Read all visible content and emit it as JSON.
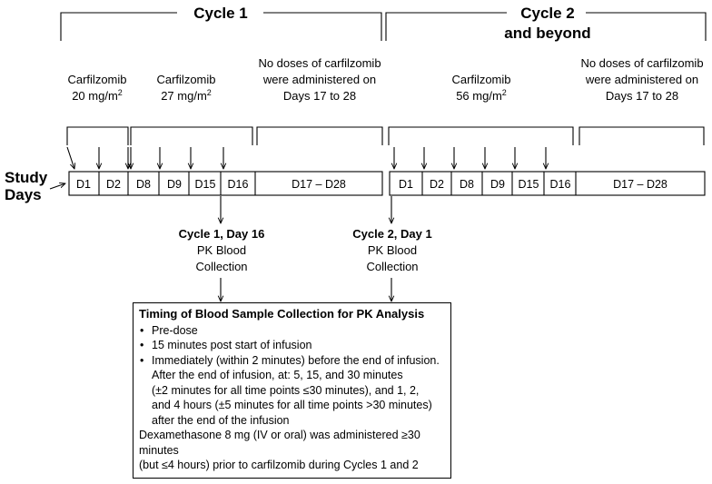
{
  "cycles": {
    "cycle1": "Cycle 1",
    "cycle2_line1": "Cycle 2",
    "cycle2_line2": "and beyond"
  },
  "doses": {
    "c1_d1d2": {
      "line1": "Carfilzomib",
      "line2": "20 mg/m",
      "sup": "2"
    },
    "c1_d8d16": {
      "line1": "Carfilzomib",
      "line2": "27 mg/m",
      "sup": "2"
    },
    "c1_nodose": {
      "line1": "No doses of carfilzomib",
      "line2": "were administered on",
      "line3": "Days 17 to 28"
    },
    "c2_dose": {
      "line1": "Carfilzomib",
      "line2": "56 mg/m",
      "sup": "2"
    },
    "c2_nodose": {
      "line1": "No doses of carfilzomib",
      "line2": "were administered on",
      "line3": "Days 17 to 28"
    }
  },
  "study_days_label": {
    "line1": "Study",
    "line2": "Days"
  },
  "days": [
    "D1",
    "D2",
    "D8",
    "D9",
    "D15",
    "D16",
    "D17 – D28",
    "D1",
    "D2",
    "D8",
    "D9",
    "D15",
    "D16",
    "D17 – D28"
  ],
  "pk": {
    "c1": {
      "title": "Cycle 1, Day 16",
      "line2": "PK Blood",
      "line3": "Collection"
    },
    "c2": {
      "title": "Cycle 2, Day 1",
      "line2": "PK Blood",
      "line3": "Collection"
    }
  },
  "timing": {
    "title": "Timing of Blood Sample Collection for PK Analysis",
    "bullets": [
      "Pre-dose",
      "15 minutes post start of infusion",
      "Immediately (within 2 minutes) before the end of infusion."
    ],
    "indented": [
      "After the end of infusion, at: 5, 15, and 30 minutes",
      "(±2 minutes for all time points ≤30 minutes), and 1, 2,",
      "and 4 hours (±5 minutes for all time points >30 minutes)",
      "after the end of the infusion"
    ],
    "footer": [
      "Dexamethasone 8 mg (IV or oral) was administered ≥30 minutes",
      "(but ≤4 hours) prior to carfilzomib during Cycles 1 and 2"
    ]
  }
}
